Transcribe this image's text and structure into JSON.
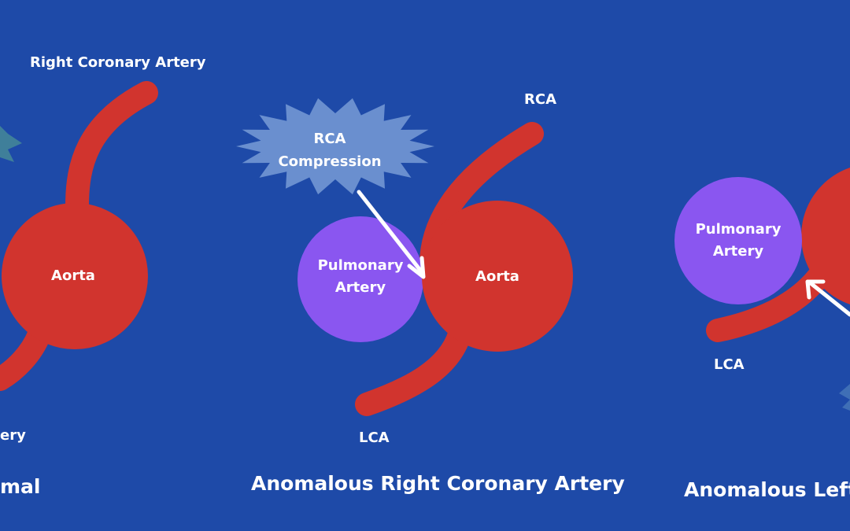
{
  "panels": {
    "normal": {
      "title": "mal",
      "aorta": "Aorta",
      "rca_label": "Right Coronary Artery",
      "lca_label": "ery"
    },
    "anomalous_right": {
      "title": "Anomalous Right Coronary Artery",
      "aorta": "Aorta",
      "pulmonary": "Pulmonary Artery",
      "rca_label": "RCA",
      "lca_label": "LCA",
      "compression": "RCA Compression"
    },
    "anomalous_left": {
      "title": "Anomalous Left",
      "pulmonary": "Pulmonary Artery",
      "lca_label": "LCA"
    }
  },
  "colors": {
    "background": "#1e4aa8",
    "aorta": "#d1342e",
    "pulmonary": "#8a56f0",
    "compression_burst": "#6a8fcf",
    "normal_burst": "#3f7f9a",
    "arrow": "#ffffff"
  }
}
